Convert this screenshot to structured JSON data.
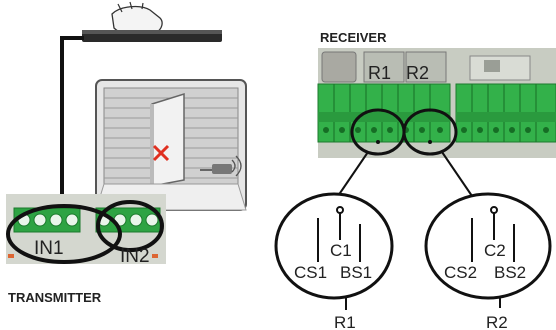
{
  "labels": {
    "receiver": "RECEIVER",
    "transmitter": "TRANSMITTER",
    "relay_1": "R1",
    "relay_2": "R2",
    "input_1": "IN1",
    "input_2": "IN2"
  },
  "detail_r1": {
    "c": "C1",
    "cs": "CS1",
    "bs": "BS1",
    "ref": "R1"
  },
  "detail_r2": {
    "c": "C2",
    "cs": "CS2",
    "bs": "BS2",
    "ref": "R2"
  },
  "colors": {
    "terminal_green": "#35b54a",
    "terminal_dark": "#1f8a33",
    "pcb_grey": "#c9cdc4",
    "outline": "#1a1a1a"
  }
}
